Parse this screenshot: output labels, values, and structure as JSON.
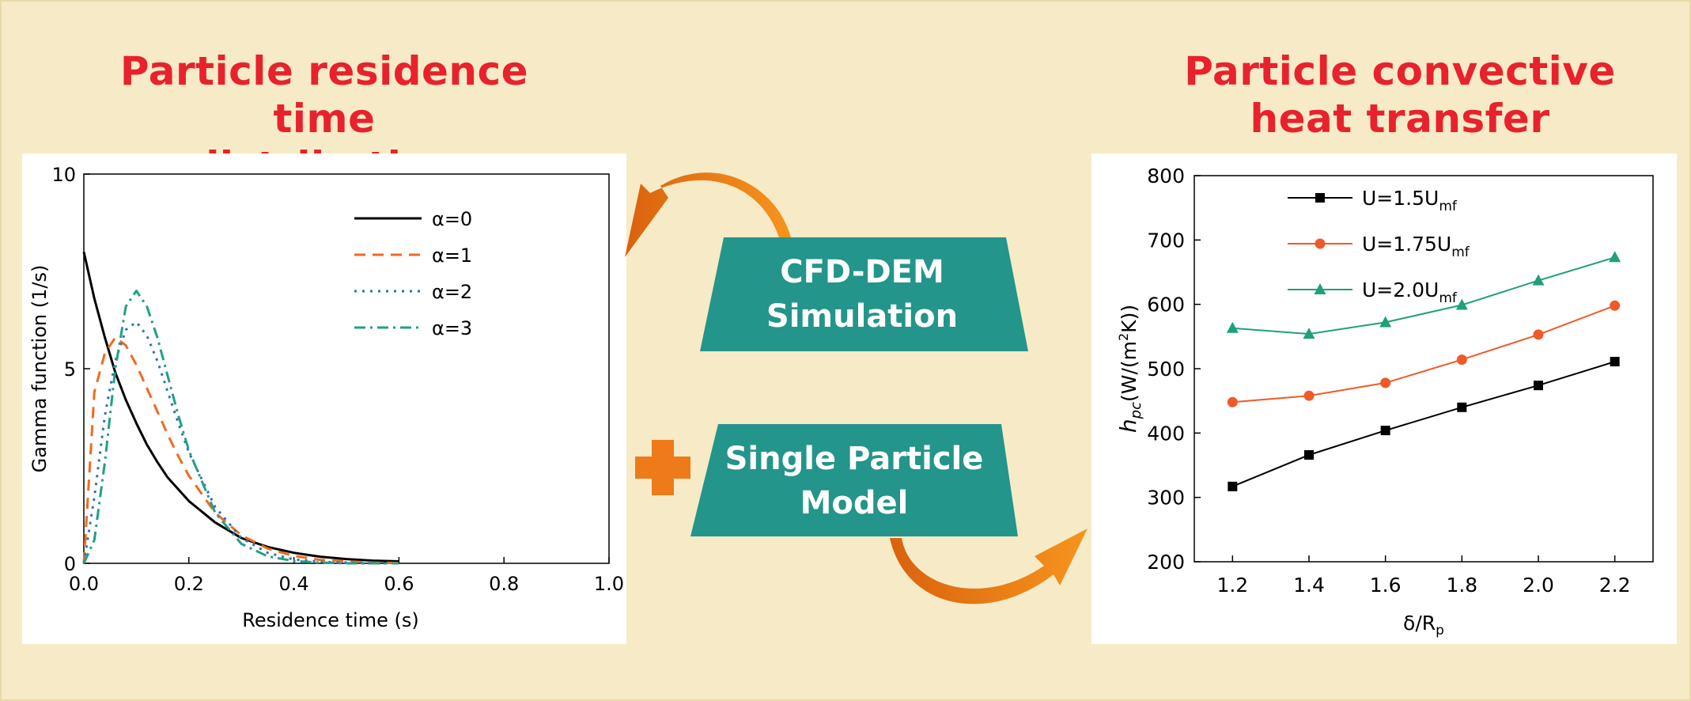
{
  "left_title": {
    "line1": "Particle residence time",
    "line2": "distribution"
  },
  "right_title": {
    "line1": "Particle convective",
    "line2": "heat transfer"
  },
  "center": {
    "cfd_line1": "CFD-DEM",
    "cfd_line2": "Simulation",
    "spm_line1": "Single Particle",
    "spm_line2": "Model",
    "badge_color": "#23958a",
    "arrow_color": "#ef7a1a",
    "plus_color": "#ef7a1a"
  },
  "chart_data": [
    {
      "type": "line",
      "xlabel": "Residence time  (s)",
      "ylabel": "Gamma function (1/s)",
      "xlim": [
        0,
        1.0
      ],
      "ylim": [
        0,
        10
      ],
      "xticks": [
        "0.0",
        "0.2",
        "0.4",
        "0.6",
        "0.8",
        "1.0"
      ],
      "yticks": [
        "0",
        "5",
        "10"
      ],
      "legend_position": "top-right",
      "x": [
        0.0,
        0.02,
        0.04,
        0.06,
        0.08,
        0.1,
        0.12,
        0.14,
        0.16,
        0.18,
        0.2,
        0.25,
        0.3,
        0.35,
        0.4,
        0.45,
        0.5,
        0.55,
        0.6
      ],
      "series": [
        {
          "name": "α=0",
          "color": "#000000",
          "dash": "",
          "values": [
            8.0,
            6.8,
            5.8,
            4.9,
            4.2,
            3.6,
            3.05,
            2.6,
            2.2,
            1.9,
            1.6,
            1.05,
            0.65,
            0.42,
            0.27,
            0.17,
            0.11,
            0.07,
            0.05
          ]
        },
        {
          "name": "α=1",
          "color": "#ef6a21",
          "dash": "14,9",
          "values": [
            0.0,
            4.4,
            5.4,
            5.8,
            5.6,
            5.1,
            4.5,
            3.9,
            3.3,
            2.75,
            2.25,
            1.3,
            0.72,
            0.38,
            0.19,
            0.09,
            0.05,
            0.02,
            0.01
          ]
        },
        {
          "name": "α=2",
          "color": "#2f6fb7",
          "dash": "3,7",
          "values": [
            0.0,
            1.7,
            3.8,
            5.2,
            6.0,
            6.2,
            5.85,
            5.2,
            4.4,
            3.6,
            2.85,
            1.45,
            0.65,
            0.27,
            0.1,
            0.04,
            0.02,
            0.0,
            0.0
          ]
        },
        {
          "name": "α=3",
          "color": "#22a085",
          "dash": "14,6,3,6",
          "values": [
            0.0,
            0.6,
            2.6,
            5.0,
            6.6,
            7.0,
            6.6,
            5.8,
            4.8,
            3.8,
            2.9,
            1.3,
            0.5,
            0.18,
            0.06,
            0.02,
            0.0,
            0.0,
            0.0
          ]
        }
      ]
    },
    {
      "type": "line",
      "xlabel": "δ/R",
      "xlabel_sub": "p",
      "ylabel_main": "h",
      "ylabel_sub": "pc",
      "ylabel_rest": "(W/(m",
      "ylabel_sup": "2",
      "ylabel_end": "K))",
      "xlim": [
        1.1,
        2.3
      ],
      "ylim": [
        200,
        800
      ],
      "xticks": [
        "1.2",
        "1.4",
        "1.6",
        "1.8",
        "2.0",
        "2.2"
      ],
      "yticks": [
        "200",
        "300",
        "400",
        "500",
        "600",
        "700",
        "800"
      ],
      "legend_position": "top-left",
      "x": [
        1.2,
        1.4,
        1.6,
        1.8,
        2.0,
        2.2
      ],
      "series": [
        {
          "name": "U=1.5U",
          "sub": "mf",
          "color": "#000000",
          "marker": "square",
          "values": [
            317,
            366,
            404,
            440,
            474,
            511
          ]
        },
        {
          "name": "U=1.75U",
          "sub": "mf",
          "color": "#ef5a28",
          "marker": "circle",
          "values": [
            448,
            458,
            478,
            514,
            553,
            598
          ]
        },
        {
          "name": "U=2.0U",
          "sub": "mf",
          "color": "#1fa07c",
          "marker": "triangle",
          "values": [
            563,
            554,
            572,
            599,
            637,
            673
          ]
        }
      ]
    }
  ]
}
